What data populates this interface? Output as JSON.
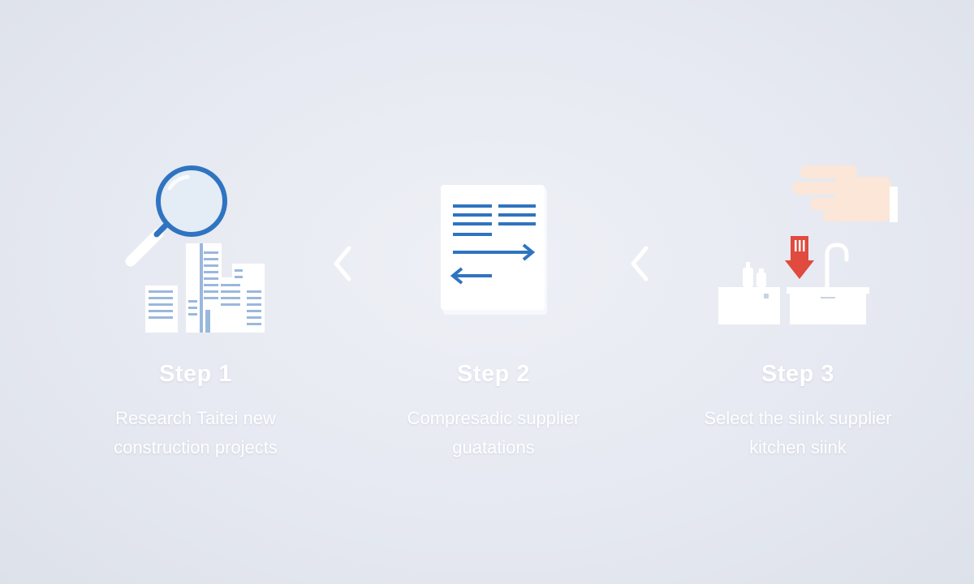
{
  "steps": [
    {
      "title": "Step 1",
      "description_lines": [
        "Research Taitei new",
        "construction projects"
      ],
      "icon": "magnifier-buildings-icon"
    },
    {
      "title": "Step 2",
      "description_lines": [
        "Compresadic supplier",
        "guatations"
      ],
      "icon": "document-arrows-icon"
    },
    {
      "title": "Step 3",
      "description_lines": [
        "Select the siink supplier",
        "kitchen siink"
      ],
      "icon": "hand-sink-icon"
    }
  ],
  "connectors": [
    "chevron-left-icon",
    "chevron-left-icon"
  ],
  "colors": {
    "accent_blue": "#2f74c0",
    "light_blue": "#9ab8dc",
    "alert_red": "#e04a3f",
    "white": "#ffffff",
    "skin": "#fbe6d8"
  }
}
